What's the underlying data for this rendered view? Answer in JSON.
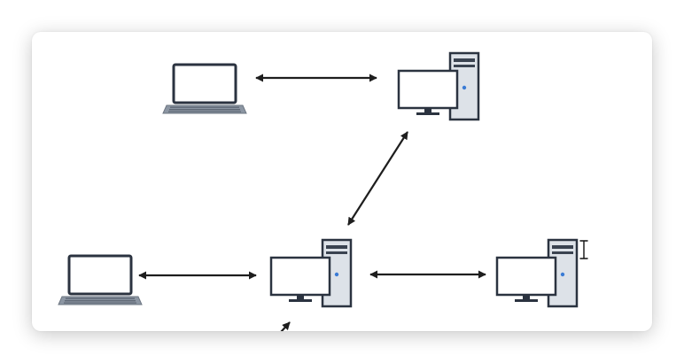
{
  "diagram": {
    "nodes": [
      {
        "id": "laptop-top",
        "kind": "laptop-icon"
      },
      {
        "id": "desktop-top",
        "kind": "desktop-computer-icon"
      },
      {
        "id": "laptop-bottom",
        "kind": "laptop-icon"
      },
      {
        "id": "desktop-center",
        "kind": "desktop-computer-icon"
      },
      {
        "id": "desktop-right",
        "kind": "desktop-computer-icon"
      }
    ],
    "edges": [
      {
        "from": "laptop-top",
        "to": "desktop-top",
        "direction": "both"
      },
      {
        "from": "desktop-top",
        "to": "desktop-center",
        "direction": "both"
      },
      {
        "from": "laptop-bottom",
        "to": "desktop-center",
        "direction": "both"
      },
      {
        "from": "desktop-center",
        "to": "desktop-right",
        "direction": "both"
      },
      {
        "from": "desktop-center",
        "to": "offscreen-below",
        "direction": "partial"
      }
    ],
    "colors": {
      "stroke": "#2b3340",
      "laptop_body": "#8c96a3",
      "laptop_keys": "#5f6875",
      "tower_fill": "#dde2e8",
      "tower_dark": "#3a4350",
      "power_led": "#3a7bd5",
      "arrow": "#1e1e1e"
    }
  }
}
